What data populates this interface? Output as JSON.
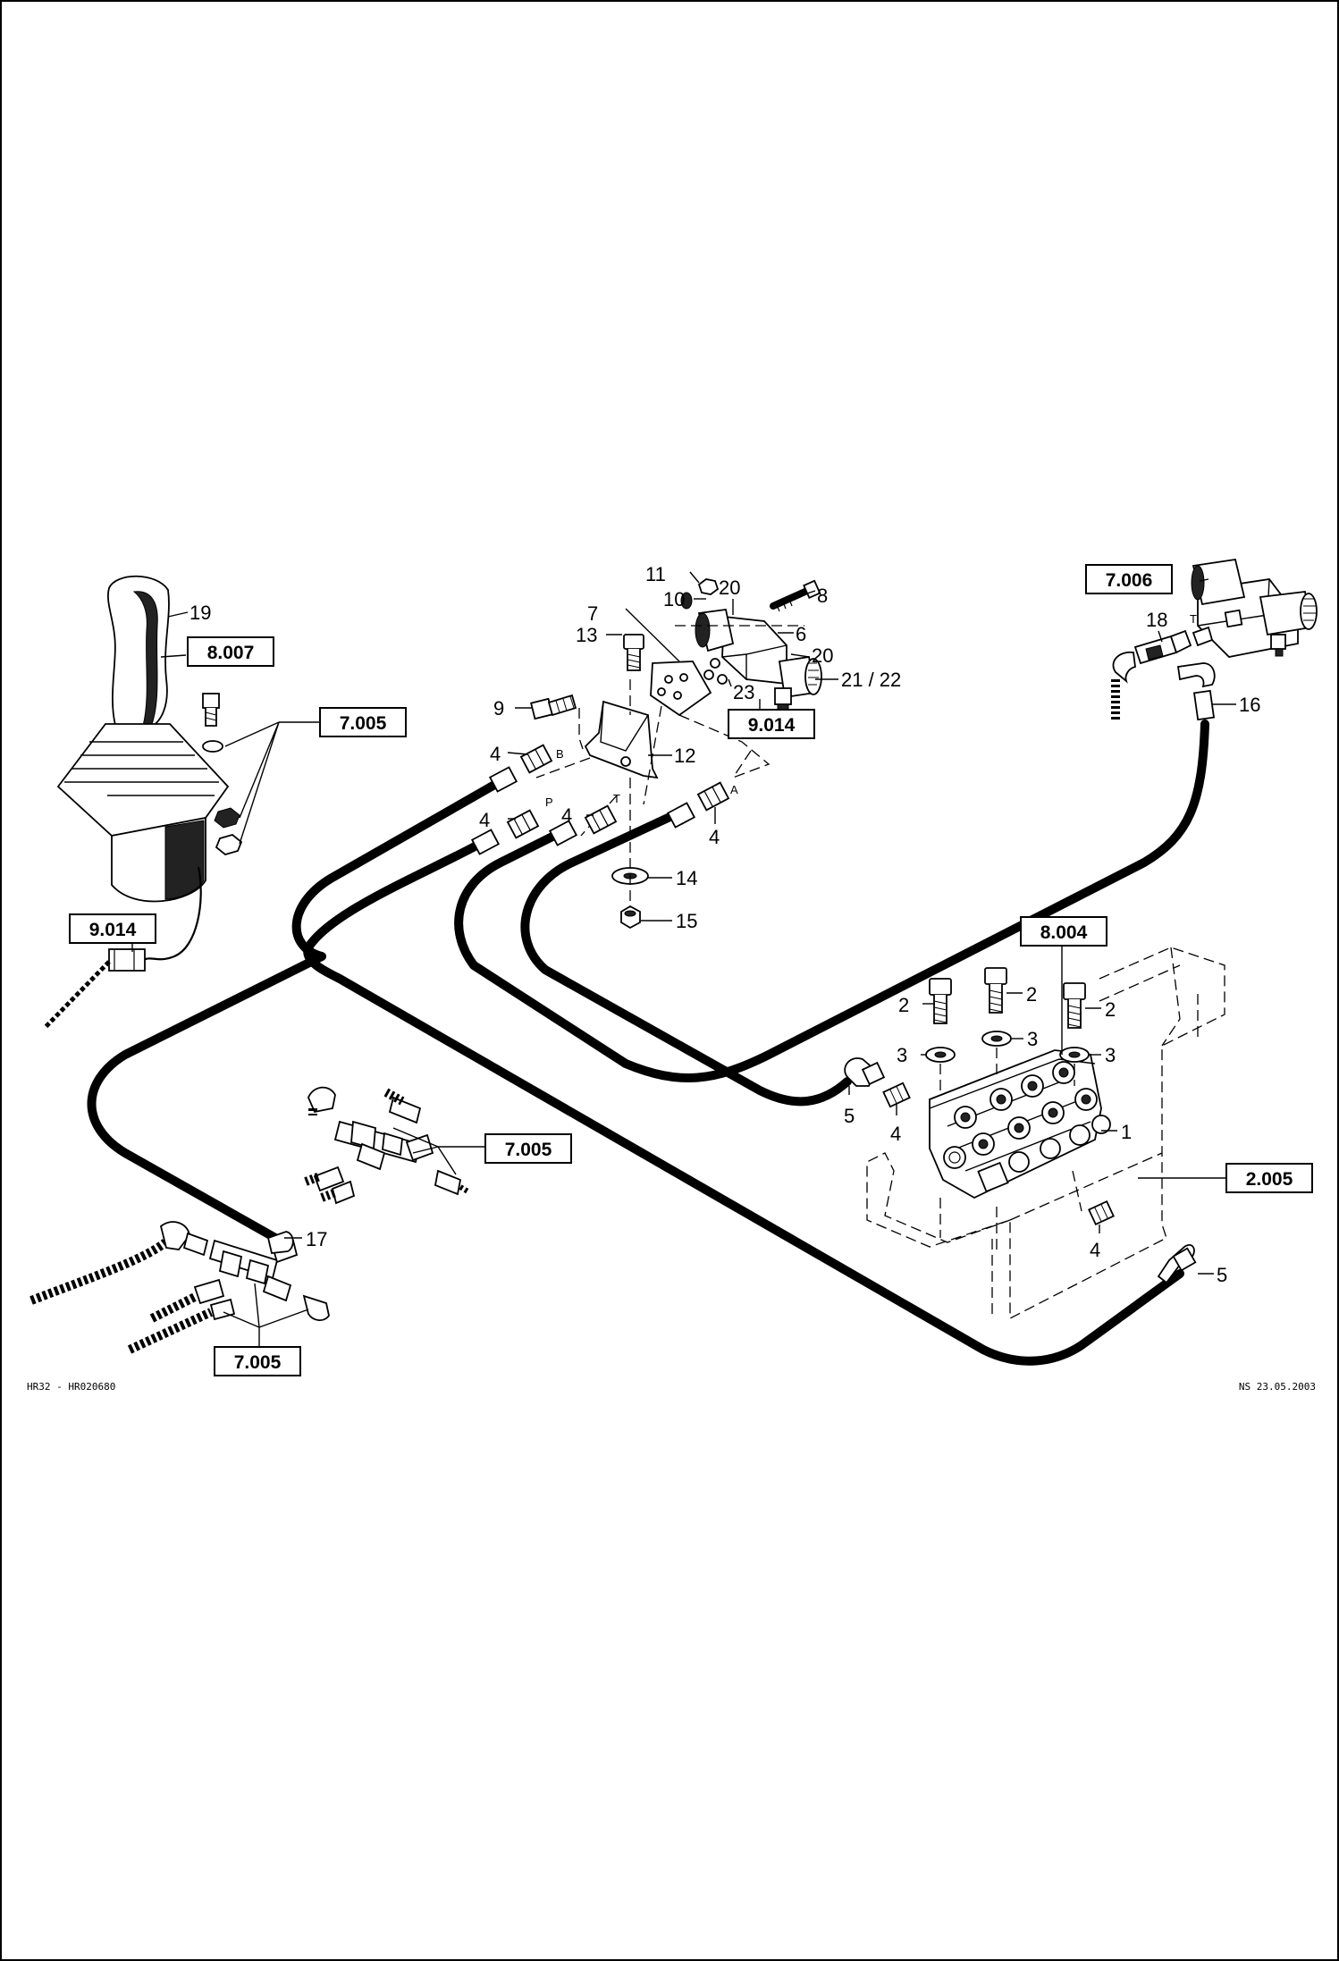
{
  "callouts": {
    "c1": "1",
    "c2a": "2",
    "c2b": "2",
    "c2c": "2",
    "c3a": "3",
    "c3b": "3",
    "c3c": "3",
    "c4a": "4",
    "c4b": "4",
    "c4c": "4",
    "c4d": "4",
    "c4e": "4",
    "c4f": "4",
    "c5a": "5",
    "c5b": "5",
    "c6": "6",
    "c7": "7",
    "c8": "8",
    "c9": "9",
    "c10": "10",
    "c11": "11",
    "c12": "12",
    "c13": "13",
    "c14": "14",
    "c15": "15",
    "c16": "16",
    "c17": "17",
    "c18": "18",
    "c19": "19",
    "c20a": "20",
    "c20b": "20",
    "c21_22": "21 / 22",
    "c23": "23"
  },
  "refs": {
    "r8007": "8.007",
    "r7005a": "7.005",
    "r9014a": "9.014",
    "r9014b": "9.014",
    "r7006": "7.006",
    "r8004": "8.004",
    "r7005b": "7.005",
    "r2005": "2.005",
    "r7005c": "7.005"
  },
  "ports": {
    "B": "B",
    "P": "P",
    "T1": "T",
    "A": "A",
    "T2": "T"
  },
  "footer": {
    "left": "HR32 - HR020680",
    "right": "NS 23.05.2003"
  }
}
